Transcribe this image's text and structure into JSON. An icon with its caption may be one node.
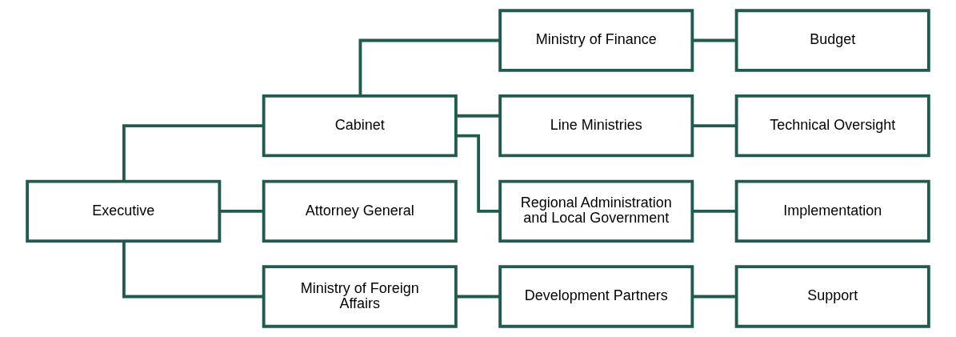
{
  "diagram": {
    "nodes": [
      {
        "text": [
          "Executive"
        ]
      },
      {
        "text": [
          "Cabinet"
        ]
      },
      {
        "text": [
          "Attorney General"
        ]
      },
      {
        "text": [
          "Ministry of Foreign Affairs"
        ]
      },
      {
        "text": [
          "Ministry of Finance"
        ]
      },
      {
        "text": [
          "Line Ministries"
        ]
      },
      {
        "text": [
          "Regional Administration and Local Government"
        ]
      },
      {
        "text": [
          "Development Partners"
        ]
      },
      {
        "text": [
          "Budget"
        ]
      },
      {
        "text": [
          "Technical Oversight"
        ]
      },
      {
        "text": [
          "Implementation"
        ]
      },
      {
        "text": [
          "Support"
        ]
      }
    ],
    "edges": [
      {
        "from": 0,
        "to": 1,
        "arrow": "none"
      },
      {
        "from": 0,
        "to": 2,
        "arrow": "none"
      },
      {
        "from": 0,
        "to": 3,
        "arrow": "none"
      },
      {
        "from": 1,
        "to": 4,
        "arrow": "none"
      },
      {
        "from": 1,
        "to": 5,
        "arrow": "none"
      },
      {
        "from": 1,
        "to": 6,
        "arrow": "none"
      },
      {
        "from": 3,
        "to": 7,
        "arrow": "none"
      },
      {
        "from": 4,
        "to": 8,
        "arrow": "none"
      },
      {
        "from": 5,
        "to": 9,
        "arrow": "none"
      },
      {
        "from": 6,
        "to": 10,
        "arrow": "none"
      },
      {
        "from": 7,
        "to": 11,
        "arrow": "none"
      }
    ]
  }
}
